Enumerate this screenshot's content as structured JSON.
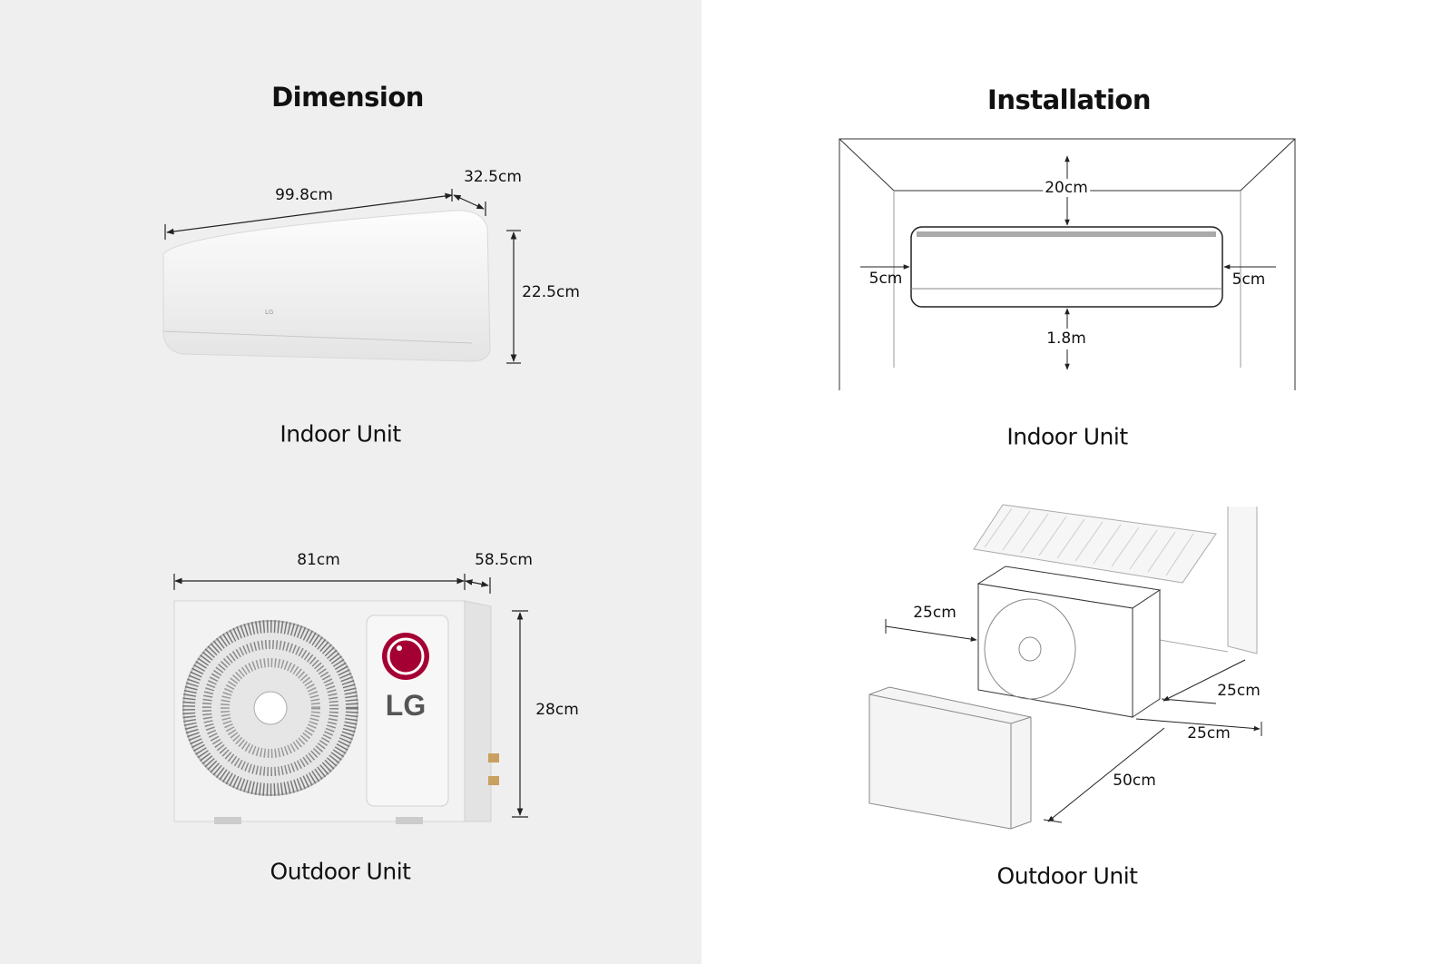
{
  "dimension": {
    "title": "Dimension",
    "indoor": {
      "caption": "Indoor Unit",
      "width": "99.8cm",
      "depth": "32.5cm",
      "height": "22.5cm"
    },
    "outdoor": {
      "caption": "Outdoor Unit",
      "width": "81cm",
      "depth": "58.5cm",
      "height": "28cm",
      "logo_text": "LG"
    }
  },
  "installation": {
    "title": "Installation",
    "indoor": {
      "caption": "Indoor Unit",
      "top_clearance": "20cm",
      "left_clearance": "5cm",
      "right_clearance": "5cm",
      "floor_height": "1.8m"
    },
    "outdoor": {
      "caption": "Outdoor Unit",
      "side_clearance": "25cm",
      "back_clearance": "25cm",
      "right_clearance": "25cm",
      "front_clearance": "50cm"
    }
  },
  "colors": {
    "left_background": "#efefef",
    "right_background": "#ffffff",
    "lg_brand": "#a50034"
  }
}
